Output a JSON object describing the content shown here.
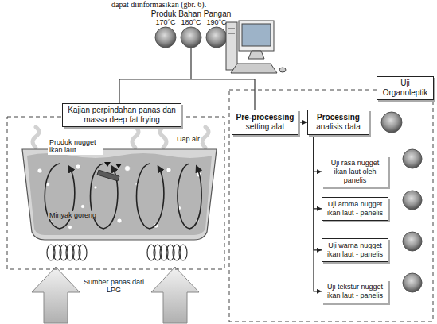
{
  "diagram": {
    "nodes": [
      {
        "text": [
          "Kajian perpindahan panas dan massa deep fat frying"
        ]
      },
      {
        "text": [
          "Uji Organoleptik"
        ]
      },
      {
        "text": [
          "Pre-processing",
          "setting alat"
        ],
        "in": 1
      },
      {
        "text": [
          "Processing",
          "analisis data"
        ],
        "in": 1
      },
      {
        "text": [
          "Uji rasa nugget ikan laut oleh panelis"
        ],
        "in": 1
      },
      {
        "text": [
          "Uji aroma nugget ikan laut - panelis"
        ],
        "in": 1
      },
      {
        "text": [
          "Uji warna nugget ikan laut - panelis"
        ],
        "in": 1
      },
      {
        "text": [
          "Uji tekstur nugget ikan laut - panelis"
        ],
        "in": 1
      }
    ],
    "edges": [
      {
        "from": 2,
        "to": 3,
        "arrow": "to"
      },
      {
        "from": 3,
        "to": 4,
        "arrow": "to"
      },
      {
        "from": 3,
        "to": 5,
        "arrow": "to"
      },
      {
        "from": 3,
        "to": 6,
        "arrow": "to"
      },
      {
        "from": 3,
        "to": 7,
        "arrow": "to"
      }
    ],
    "labels": [
      "dapat diinformasikan (gbr. 6).",
      "Produk Bahan Pangan",
      "170°C",
      "180°C",
      "190°C",
      "Produk nugget ikan laut",
      "Uap air",
      "Minyak goreng",
      "Sumber panas dari LPG"
    ]
  }
}
